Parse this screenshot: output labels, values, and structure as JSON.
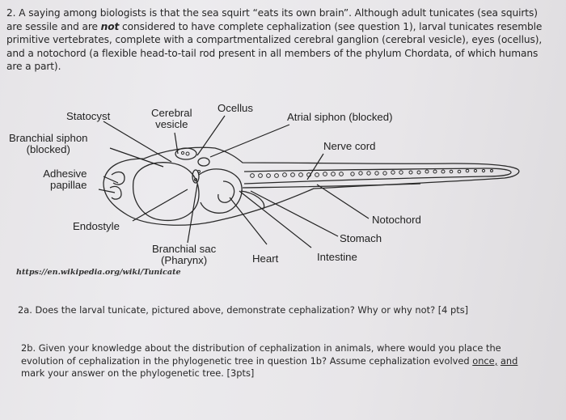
{
  "question2": {
    "part1": "2. A saying among biologists is that the sea squirt “eats its own brain”. Although adult tunicates (sea squirts) are sessile and are ",
    "emph": "not",
    "part2": " considered to have complete cephalization (see question 1), larval tunicates resemble primitive vertebrates, complete with a compartmentalized cerebral ganglion (cerebral vesicle), eyes (ocellus), and a notochord (a flexible head-to-tail rod present in all members of the phylum Chordata, of which humans are a part)."
  },
  "diagram": {
    "labels": {
      "statocyst": "Statocyst",
      "cerebral_vesicle_1": "Cerebral",
      "cerebral_vesicle_2": "vesicle",
      "ocellus": "Ocellus",
      "atrial_siphon": "Atrial siphon (blocked)",
      "branchial_siphon_1": "Branchial siphon",
      "branchial_siphon_2": "(blocked)",
      "nerve_cord": "Nerve cord",
      "adhesive_papillae_1": "Adhesive",
      "adhesive_papillae_2": "papillae",
      "notochord": "Notochord",
      "endostyle": "Endostyle",
      "stomach": "Stomach",
      "branchial_sac_1": "Branchial sac",
      "branchial_sac_2": "(Pharynx)",
      "heart": "Heart",
      "intestine": "Intestine"
    },
    "source": "https://en.wikipedia.org/wiki/Tunicate"
  },
  "question2a": "2a. Does the larval tunicate, pictured above, demonstrate cephalization? Why or why not? [4 pts]",
  "question2b": {
    "part1": "2b. Given your knowledge about the distribution of cephalization in animals, where would you place the evolution of cephalization in the phylogenetic tree in question 1b? Assume cephalization evolved ",
    "u1": "once,",
    "mid": " ",
    "u2": "and",
    "part2": " mark your answer on the phylogenetic tree. [3pts]"
  }
}
